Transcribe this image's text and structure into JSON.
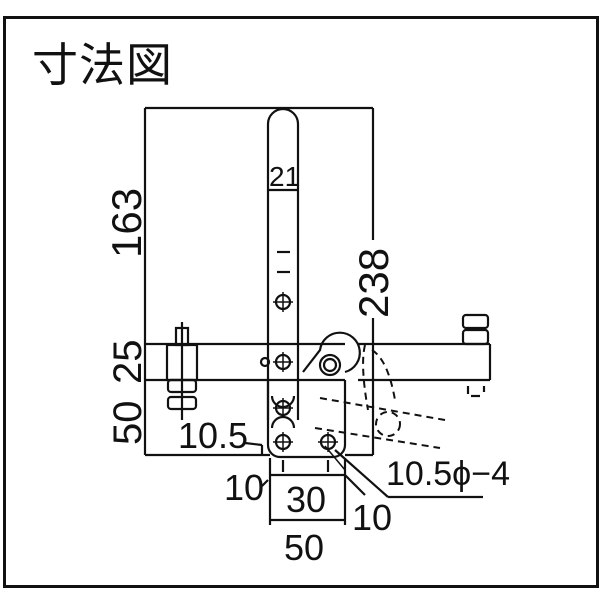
{
  "title": "寸法図",
  "dimensions": {
    "height_upper": "163",
    "height_total": "238",
    "bar_height": "25",
    "base_height": "50",
    "handle_width": "21",
    "hole_offset": "10.5",
    "left_margin": "10",
    "hole_spacing": "30",
    "right_margin": "10",
    "base_width": "50",
    "hole_spec": "10.5ϕ−4"
  },
  "colors": {
    "line": "#111111",
    "background": "#ffffff"
  }
}
